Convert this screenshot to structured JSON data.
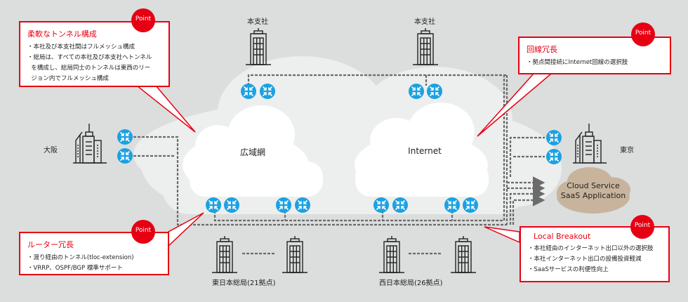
{
  "colors": {
    "background": "#dcdddd",
    "outer_cloud": "#edeeee",
    "inner_cloud": "#ffffff",
    "accent_red": "#e60012",
    "router_blue": "#1ba1e2",
    "saas_cloud": "#c8b49d",
    "dash_line": "#6b6b6b"
  },
  "sites": {
    "branch_top_left": "本支社",
    "branch_top_right": "本支社",
    "osaka": "大阪",
    "tokyo": "東京",
    "east_region": "東日本総局(21拠点)",
    "west_region": "西日本総局(26拠点)"
  },
  "clouds": {
    "wan": "広域網",
    "internet": "Internet",
    "saas_line1": "Cloud Service",
    "saas_line2": "SaaS Application"
  },
  "callouts": {
    "badge": "Point",
    "tunnel": {
      "title": "柔軟なトンネル構成",
      "lines": [
        "・本社及び本支社間はフルメッシュ構成",
        "・総局は、すべての本社及び本支社へトンネル",
        "  を構成し、総局同士のトンネルは東西のリー",
        "  ジョン内でフルメッシュ構成"
      ]
    },
    "line_redundancy": {
      "title": "回線冗長",
      "lines": [
        "・拠点間接続にInternet回線の選択肢"
      ]
    },
    "router_redundancy": {
      "title": "ルーター冗長",
      "lines": [
        "・渡り経由のトンネル(tloc-extension)",
        "・VRRP、OSPF/BGP 標準サポート"
      ]
    },
    "local_breakout": {
      "title": "Local Breakout",
      "lines": [
        "・本社経由のインターネット出口以外の選択肢",
        "・本社インターネット出口の設備投資軽減",
        "・SaaSサービスの利便性向上"
      ]
    }
  },
  "icons": {
    "router": "router-icon",
    "building": "office-building-icon",
    "hq": "headquarters-building-icon"
  }
}
